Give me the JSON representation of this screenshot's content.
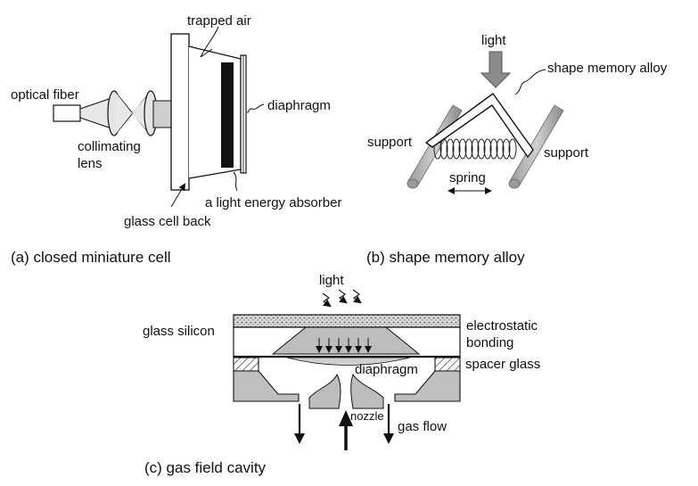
{
  "figure_a": {
    "caption": "(a) closed miniature cell",
    "labels": {
      "trapped_air": "trapped air",
      "optical_fiber": "optical fiber",
      "diaphragm": "diaphragm",
      "collimating_lens_line1": "collimating",
      "collimating_lens_line2": "lens",
      "absorber": "a light energy absorber",
      "glass_cell_back": "glass cell back"
    }
  },
  "figure_b": {
    "caption": "(b) shape memory alloy",
    "labels": {
      "light": "light",
      "shape_memory_alloy": "shape memory alloy",
      "support_left": "support",
      "support_right": "support",
      "spring": "spring"
    }
  },
  "figure_c": {
    "caption": "(c) gas field cavity",
    "labels": {
      "light": "light",
      "glass_silicon": "glass silicon",
      "electrostatic_line1": "electrostatic",
      "electrostatic_line2": "bonding",
      "diaphragm": "diaphragm",
      "spacer_glass": "spacer glass",
      "nozzle": "nozzle",
      "gas_flow": "gas flow"
    }
  },
  "colors": {
    "line": "#111111",
    "lens_fill": "#dcdcdc",
    "gray_fill": "#bdbdbd",
    "light_gray": "#e2e2e2",
    "absorber": "#111111"
  }
}
